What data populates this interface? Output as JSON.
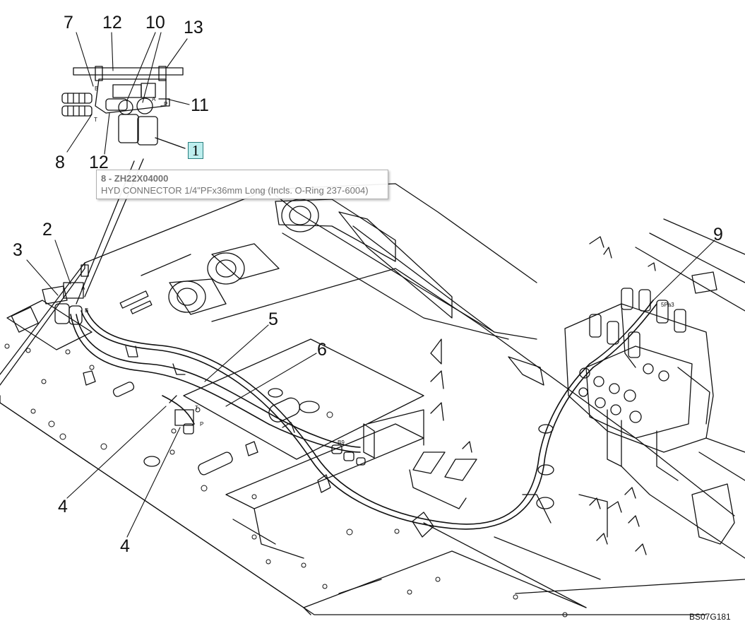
{
  "callouts": {
    "c7": "7",
    "c12_top": "12",
    "c10": "10",
    "c13": "13",
    "c11": "11",
    "c8": "8",
    "c12_bottom": "12",
    "c2": "2",
    "c3": "3",
    "c5": "5",
    "c6": "6",
    "c9": "9",
    "c4_left": "4",
    "c4_bottom": "4"
  },
  "hotspot": {
    "label": "1"
  },
  "tooltip": {
    "title": "8 - ZH22X04000",
    "description": "HYD CONNECTOR 1/4\"PFx36mm Long (Incls. O-Ring 237-6004)"
  },
  "drawing_code": "BS07G181",
  "valve_label": "5Pa3",
  "port_labels": [
    "B",
    "A",
    "P",
    "T",
    "B",
    "A",
    "P",
    "T",
    "B9"
  ]
}
